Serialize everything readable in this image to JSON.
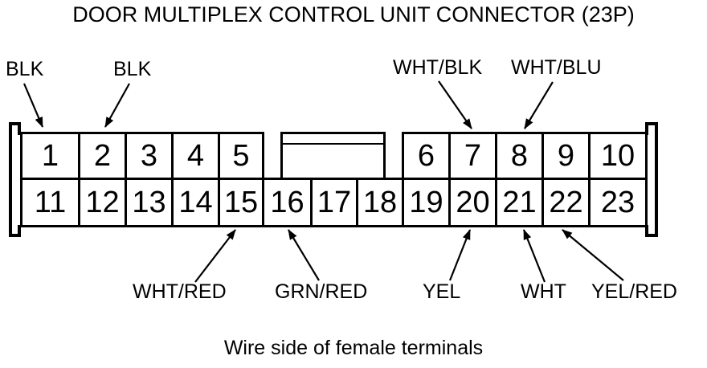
{
  "title": "DOOR MULTIPLEX CONTROL UNIT CONNECTOR (23P)",
  "caption": "Wire side of female terminals",
  "colors": {
    "line": "#000000",
    "background": "#ffffff"
  },
  "connector": {
    "pin_count": 23,
    "top_row_pins": [
      "1",
      "2",
      "3",
      "4",
      "5",
      "6",
      "7",
      "8",
      "9",
      "10"
    ],
    "bottom_row_pins": [
      "11",
      "12",
      "13",
      "14",
      "15",
      "16",
      "17",
      "18",
      "19",
      "20",
      "21",
      "22",
      "23"
    ]
  },
  "wire_labels": {
    "top": [
      {
        "label": "BLK",
        "pin": "1"
      },
      {
        "label": "BLK",
        "pin": "2"
      },
      {
        "label": "WHT/BLK",
        "pin": "7"
      },
      {
        "label": "WHT/BLU",
        "pin": "8"
      }
    ],
    "bottom": [
      {
        "label": "WHT/RED",
        "pin": "15"
      },
      {
        "label": "GRN/RED",
        "pin": "16"
      },
      {
        "label": "YEL",
        "pin": "20"
      },
      {
        "label": "WHT",
        "pin": "21"
      },
      {
        "label": "YEL/RED",
        "pin": "22"
      }
    ]
  }
}
